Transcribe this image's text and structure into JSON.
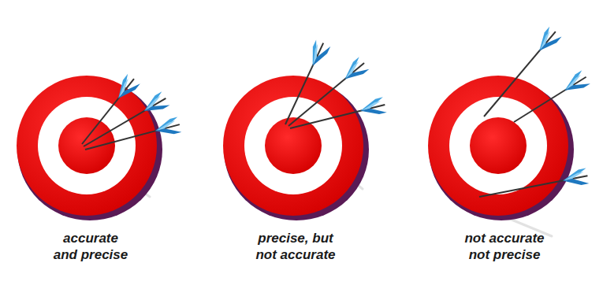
{
  "diagram": {
    "labels": [
      "accurate and precise",
      "precise, but not accurate",
      "not accurate not precise"
    ]
  }
}
